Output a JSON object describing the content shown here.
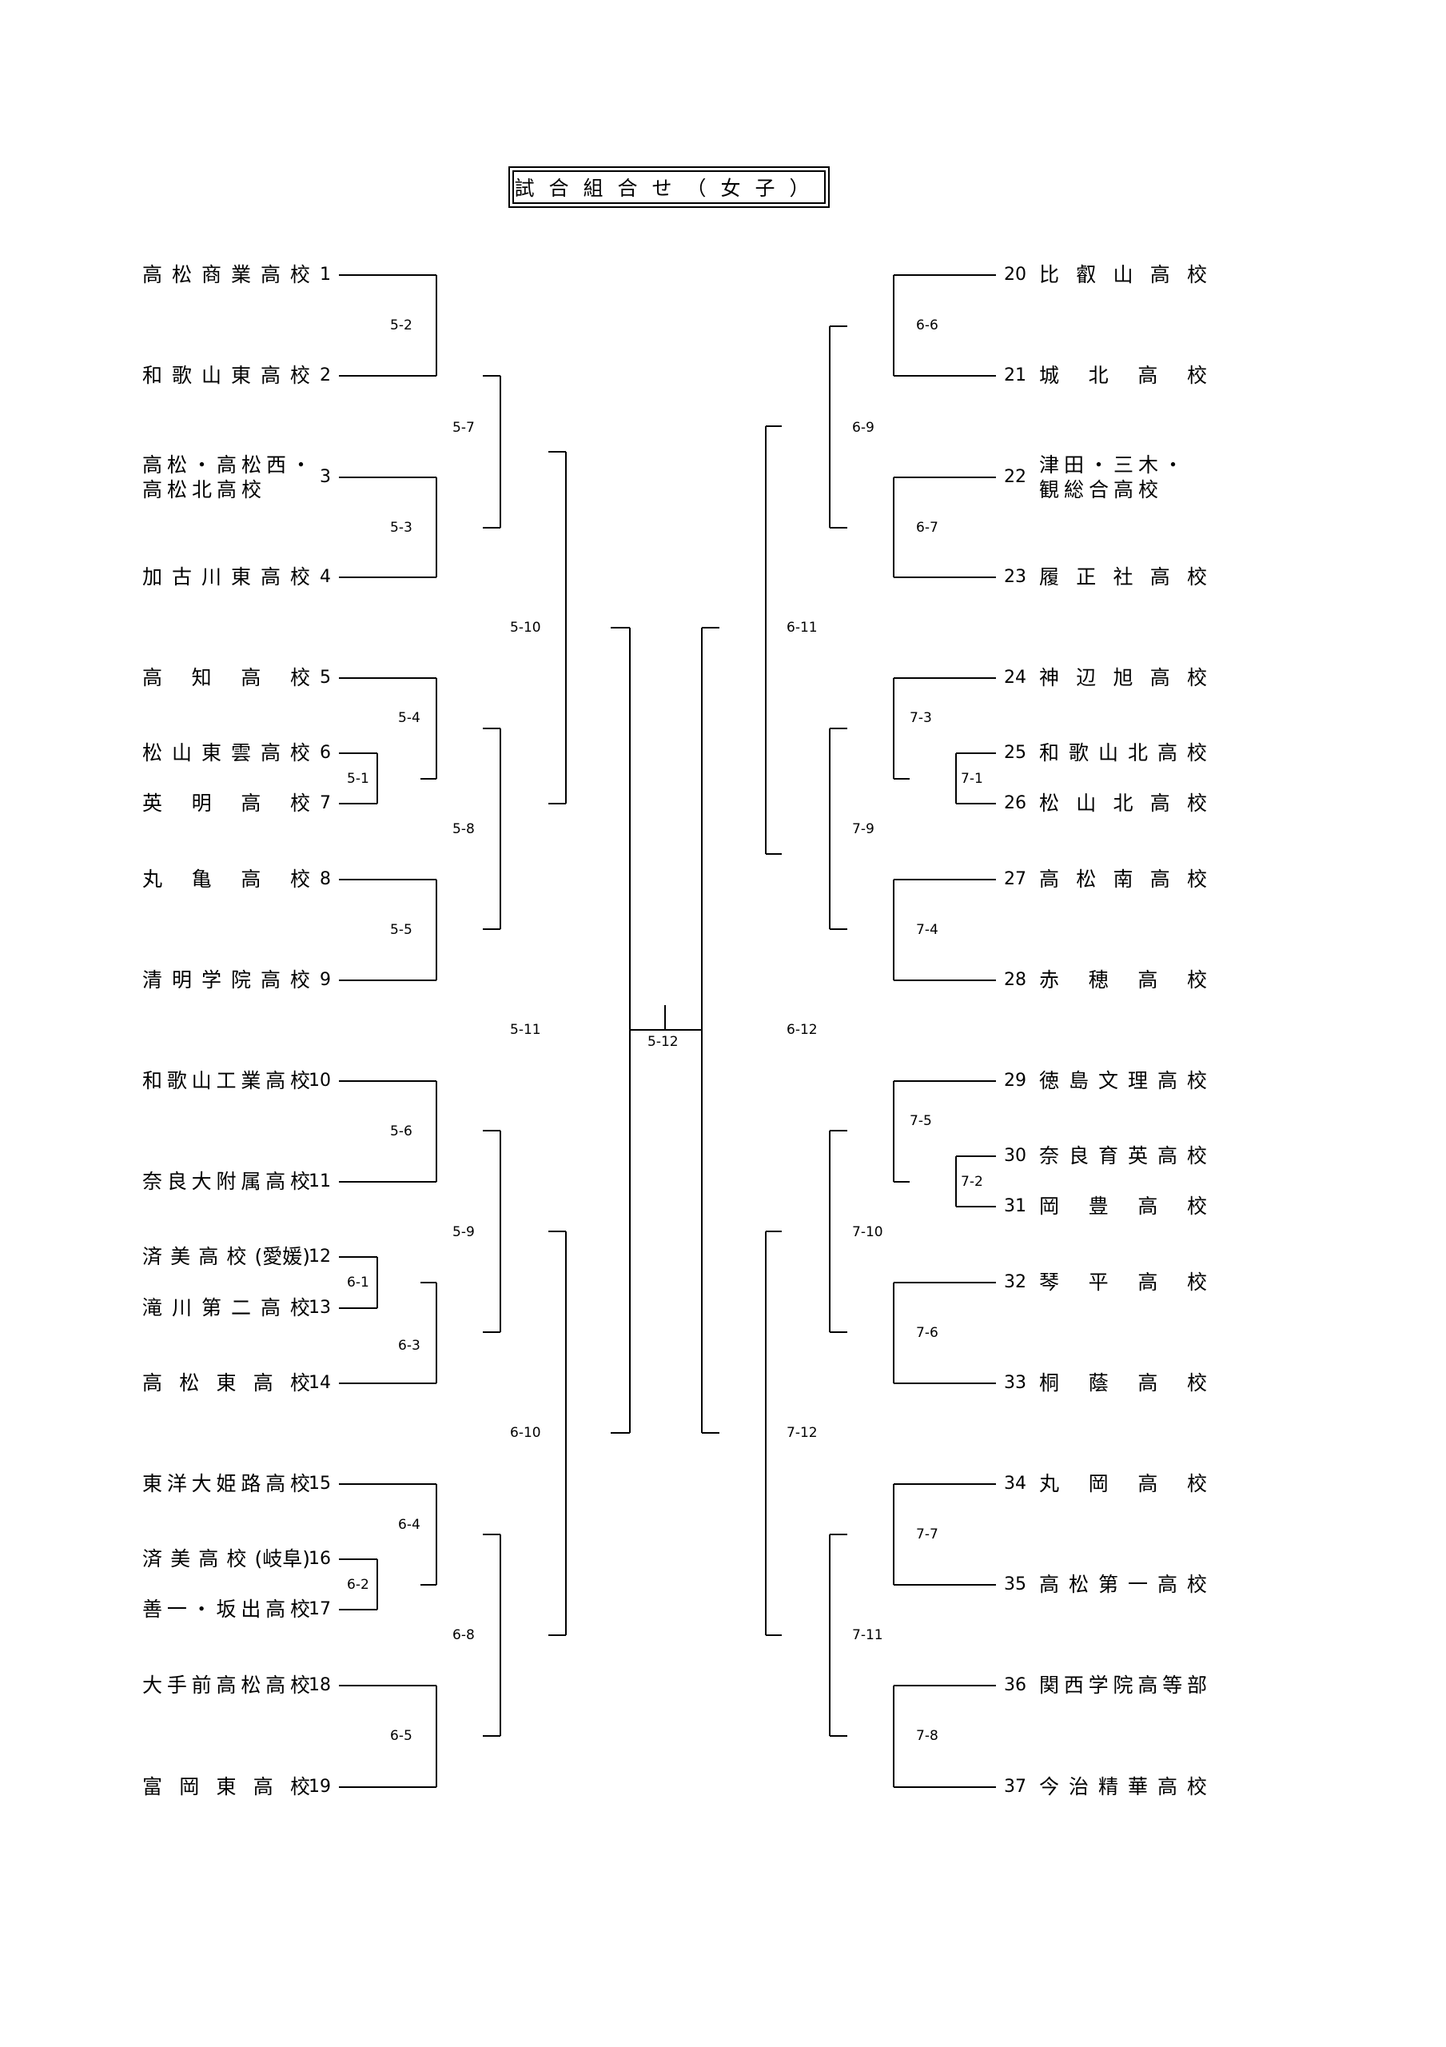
{
  "title": "試合組合せ（女子）",
  "left_teams": [
    {
      "seed": "1",
      "name": "高松商業高校"
    },
    {
      "seed": "2",
      "name": "和歌山東高校"
    },
    {
      "seed": "3",
      "name": "高松・高松西・\n高松北高校"
    },
    {
      "seed": "4",
      "name": "加古川東高校"
    },
    {
      "seed": "5",
      "name": "高知高校"
    },
    {
      "seed": "6",
      "name": "松山東雲高校"
    },
    {
      "seed": "7",
      "name": "英明高校"
    },
    {
      "seed": "8",
      "name": "丸亀高校"
    },
    {
      "seed": "9",
      "name": "清明学院高校"
    },
    {
      "seed": "10",
      "name": "和歌山工業高校"
    },
    {
      "seed": "11",
      "name": "奈良大附属高校"
    },
    {
      "seed": "12",
      "name": "済美高校(愛媛)"
    },
    {
      "seed": "13",
      "name": "滝川第二高校"
    },
    {
      "seed": "14",
      "name": "高松東高校"
    },
    {
      "seed": "15",
      "name": "東洋大姫路高校"
    },
    {
      "seed": "16",
      "name": "済美高校(岐阜)"
    },
    {
      "seed": "17",
      "name": "善一・坂出高校"
    },
    {
      "seed": "18",
      "name": "大手前高松高校"
    },
    {
      "seed": "19",
      "name": "富岡東高校"
    }
  ],
  "right_teams": [
    {
      "seed": "20",
      "name": "比叡山高校"
    },
    {
      "seed": "21",
      "name": "城北高校"
    },
    {
      "seed": "22",
      "name": "津田・三木・\n観総合高校"
    },
    {
      "seed": "23",
      "name": "履正社高校"
    },
    {
      "seed": "24",
      "name": "神辺旭高校"
    },
    {
      "seed": "25",
      "name": "和歌山北高校"
    },
    {
      "seed": "26",
      "name": "松山北高校"
    },
    {
      "seed": "27",
      "name": "高松南高校"
    },
    {
      "seed": "28",
      "name": "赤穂高校"
    },
    {
      "seed": "29",
      "name": "徳島文理高校"
    },
    {
      "seed": "30",
      "name": "奈良育英高校"
    },
    {
      "seed": "31",
      "name": "岡豊高校"
    },
    {
      "seed": "32",
      "name": "琴平高校"
    },
    {
      "seed": "33",
      "name": "桐蔭高校"
    },
    {
      "seed": "34",
      "name": "丸岡高校"
    },
    {
      "seed": "35",
      "name": "高松第一高校"
    },
    {
      "seed": "36",
      "name": "関西学院高等部"
    },
    {
      "seed": "37",
      "name": "今治精華高校"
    }
  ],
  "matches": {
    "m51": "5-1",
    "m52": "5-2",
    "m53": "5-3",
    "m54": "5-4",
    "m55": "5-5",
    "m56": "5-6",
    "m57": "5-7",
    "m58": "5-8",
    "m59": "5-9",
    "m510": "5-10",
    "m511": "5-11",
    "m512": "5-12",
    "m61": "6-1",
    "m62": "6-2",
    "m63": "6-3",
    "m64": "6-4",
    "m65": "6-5",
    "m66": "6-6",
    "m67": "6-7",
    "m68": "6-8",
    "m69": "6-9",
    "m610": "6-10",
    "m611": "6-11",
    "m612": "6-12",
    "m71": "7-1",
    "m72": "7-2",
    "m73": "7-3",
    "m74": "7-4",
    "m75": "7-5",
    "m76": "7-6",
    "m77": "7-7",
    "m78": "7-8",
    "m79": "7-9",
    "m710": "7-10",
    "m711": "7-11",
    "m712": "7-12"
  }
}
